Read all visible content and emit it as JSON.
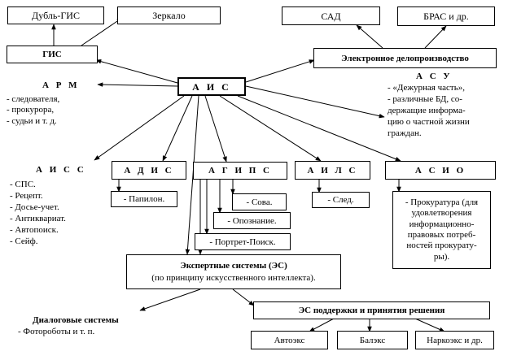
{
  "nodes": {
    "dubl_gis": "Дубль-ГИС",
    "zerkalo": "Зеркало",
    "sad": "САД",
    "bras": "БРАС и др.",
    "gis": "ГИС",
    "edo": "Электронное делопроизводство",
    "ais": "А И С",
    "arm": {
      "title": "А Р М",
      "items": [
        "- следователя,",
        "- прокурора,",
        "- судьи и т. д."
      ]
    },
    "asu": {
      "title": "А С У",
      "lines": [
        "- «Дежурная часть»,",
        "- различные БД, со-",
        "держащие информа-",
        "цию о частной жизни",
        "граждан."
      ]
    },
    "aiss": {
      "title": "А И С С",
      "items": [
        "- СПС.",
        "- Рецепт.",
        "- Досье-учет.",
        "- Антиквариат.",
        "- Автопоиск.",
        "- Сейф."
      ]
    },
    "adis": "А Д И С",
    "papilon": "- Папилон.",
    "agips": "А Г И П С",
    "sova": "- Сова.",
    "opoznanie": "- Опознание.",
    "portret": "- Портрет-Поиск.",
    "ails": "А И Л С",
    "sled": "- След.",
    "asio": "А С И О",
    "prokuratura": [
      "- Прокуратура (для",
      "удовлетворения",
      "информационно-",
      "правовых потреб-",
      "ностей прокурату-",
      "ры)."
    ],
    "es": [
      "Экспертные системы (ЭС)",
      "(по принципу искусственного интеллекта)."
    ],
    "dialog": {
      "title": "Диалоговые системы",
      "item": "- Фотороботы и т. п."
    },
    "es_support": "ЭС поддержки и принятия решения",
    "avtoeks": "Автоэкс",
    "baleks": "Балэкс",
    "narkoeks": "Наркоэкс и др."
  }
}
